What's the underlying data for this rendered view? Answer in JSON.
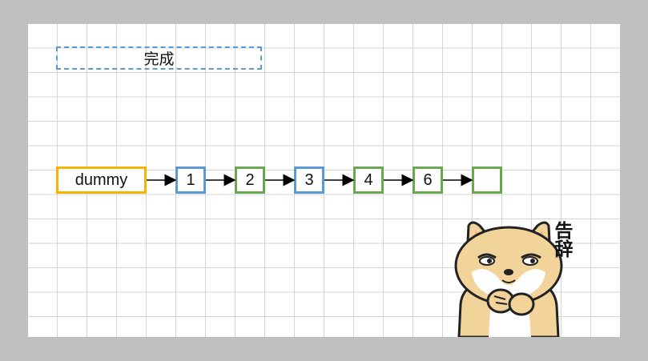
{
  "status": "完成",
  "nodes": [
    {
      "label": "dummy",
      "color": "gold"
    },
    {
      "label": "1",
      "color": "blue"
    },
    {
      "label": "2",
      "color": "green"
    },
    {
      "label": "3",
      "color": "blue"
    },
    {
      "label": "4",
      "color": "green"
    },
    {
      "label": "6",
      "color": "green"
    },
    {
      "label": "",
      "color": "green"
    }
  ],
  "sticker": {
    "caption": "告辞",
    "icon": "shiba-dog-icon"
  },
  "colors": {
    "blue": "#5b9bd5",
    "green": "#6aa84f",
    "gold": "#f4b400",
    "arrow": "#000000"
  }
}
